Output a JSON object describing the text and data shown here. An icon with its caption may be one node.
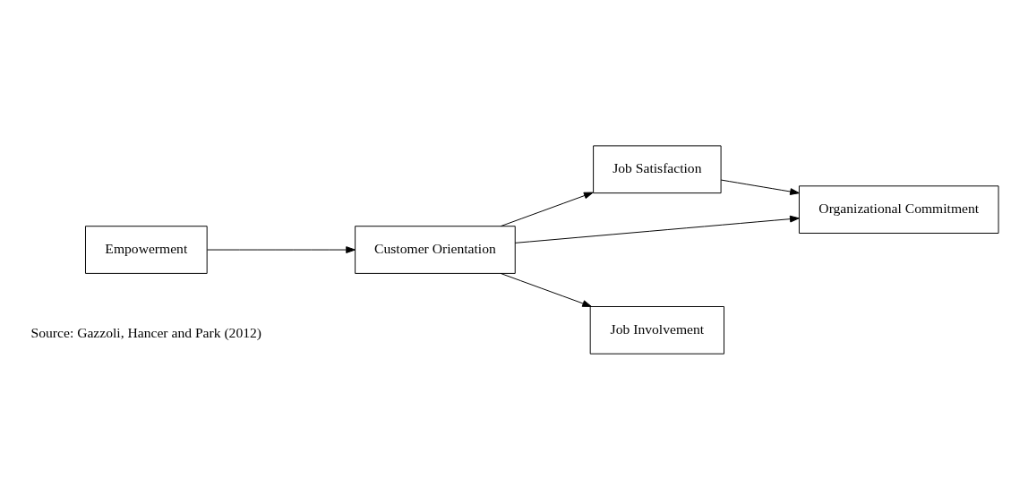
{
  "diagram": {
    "nodes": [
      {
        "text": [
          "Empowerment"
        ]
      },
      {
        "text": [
          "Customer Orientation"
        ]
      },
      {
        "text": [
          "Job Satisfaction"
        ]
      },
      {
        "text": [
          "Organizational Commitment"
        ]
      },
      {
        "text": [
          "Job Involvement"
        ]
      }
    ],
    "edges": [
      {
        "from": 0,
        "to": 1,
        "arrow": "to"
      },
      {
        "from": 1,
        "to": 2,
        "arrow": "to"
      },
      {
        "from": 2,
        "to": 3,
        "arrow": "to"
      },
      {
        "from": 1,
        "to": 3,
        "arrow": "to"
      },
      {
        "from": 1,
        "to": 4,
        "arrow": "to"
      }
    ],
    "labels": [
      "Source: Gazzoli, Hancer and Park (2012)"
    ]
  }
}
